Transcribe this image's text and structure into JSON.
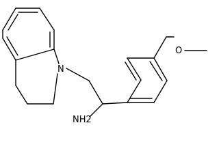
{
  "structure": {
    "atoms": {
      "nitrogen": "N",
      "oxygen": "O",
      "amine": "NH2"
    },
    "colors": {
      "bond": "#000000",
      "label": "#000000",
      "background": "#ffffff"
    }
  }
}
